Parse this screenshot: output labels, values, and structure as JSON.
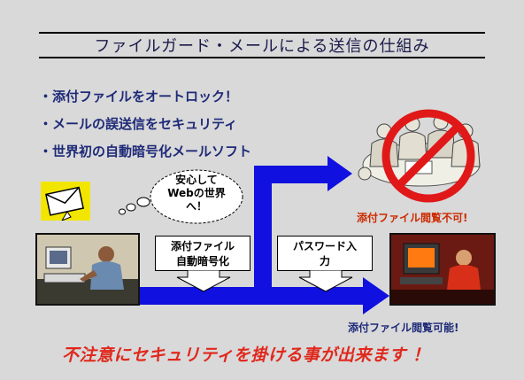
{
  "title": "ファイルガード・メールによる送信の仕組み",
  "bullets": [
    "・添付ファイルをオートロック！",
    "・メールの誤送信をセキュリティ",
    "・世界初の自動暗号化メールソフト"
  ],
  "cloud": {
    "line1": "安心して",
    "line2": "Webの世界",
    "line3": "へ！"
  },
  "callouts": {
    "encrypt": {
      "line1": "添付ファイル",
      "line2": "自動暗号化"
    },
    "password": {
      "line1": "パスワード入",
      "line2": "力"
    }
  },
  "labels": {
    "not_viewable": "添付ファイル閲覧不可!",
    "viewable": "添付ファイル閲覧可能!"
  },
  "footer": "不注意にセキュリティを掛ける事が出来ます ！",
  "colors": {
    "background": "#d9d9d9",
    "arrow_blue": "#1010e0",
    "prohibit_red": "#e01818",
    "bullet_text": "#1e2a78",
    "warning_text": "#e0281c"
  },
  "icons": {
    "envelope": "mail-envelope-icon",
    "sender": "person-at-computer-image",
    "group": "group-of-people-image",
    "prohibit": "prohibited-icon",
    "receiver": "person-at-computer-image"
  }
}
